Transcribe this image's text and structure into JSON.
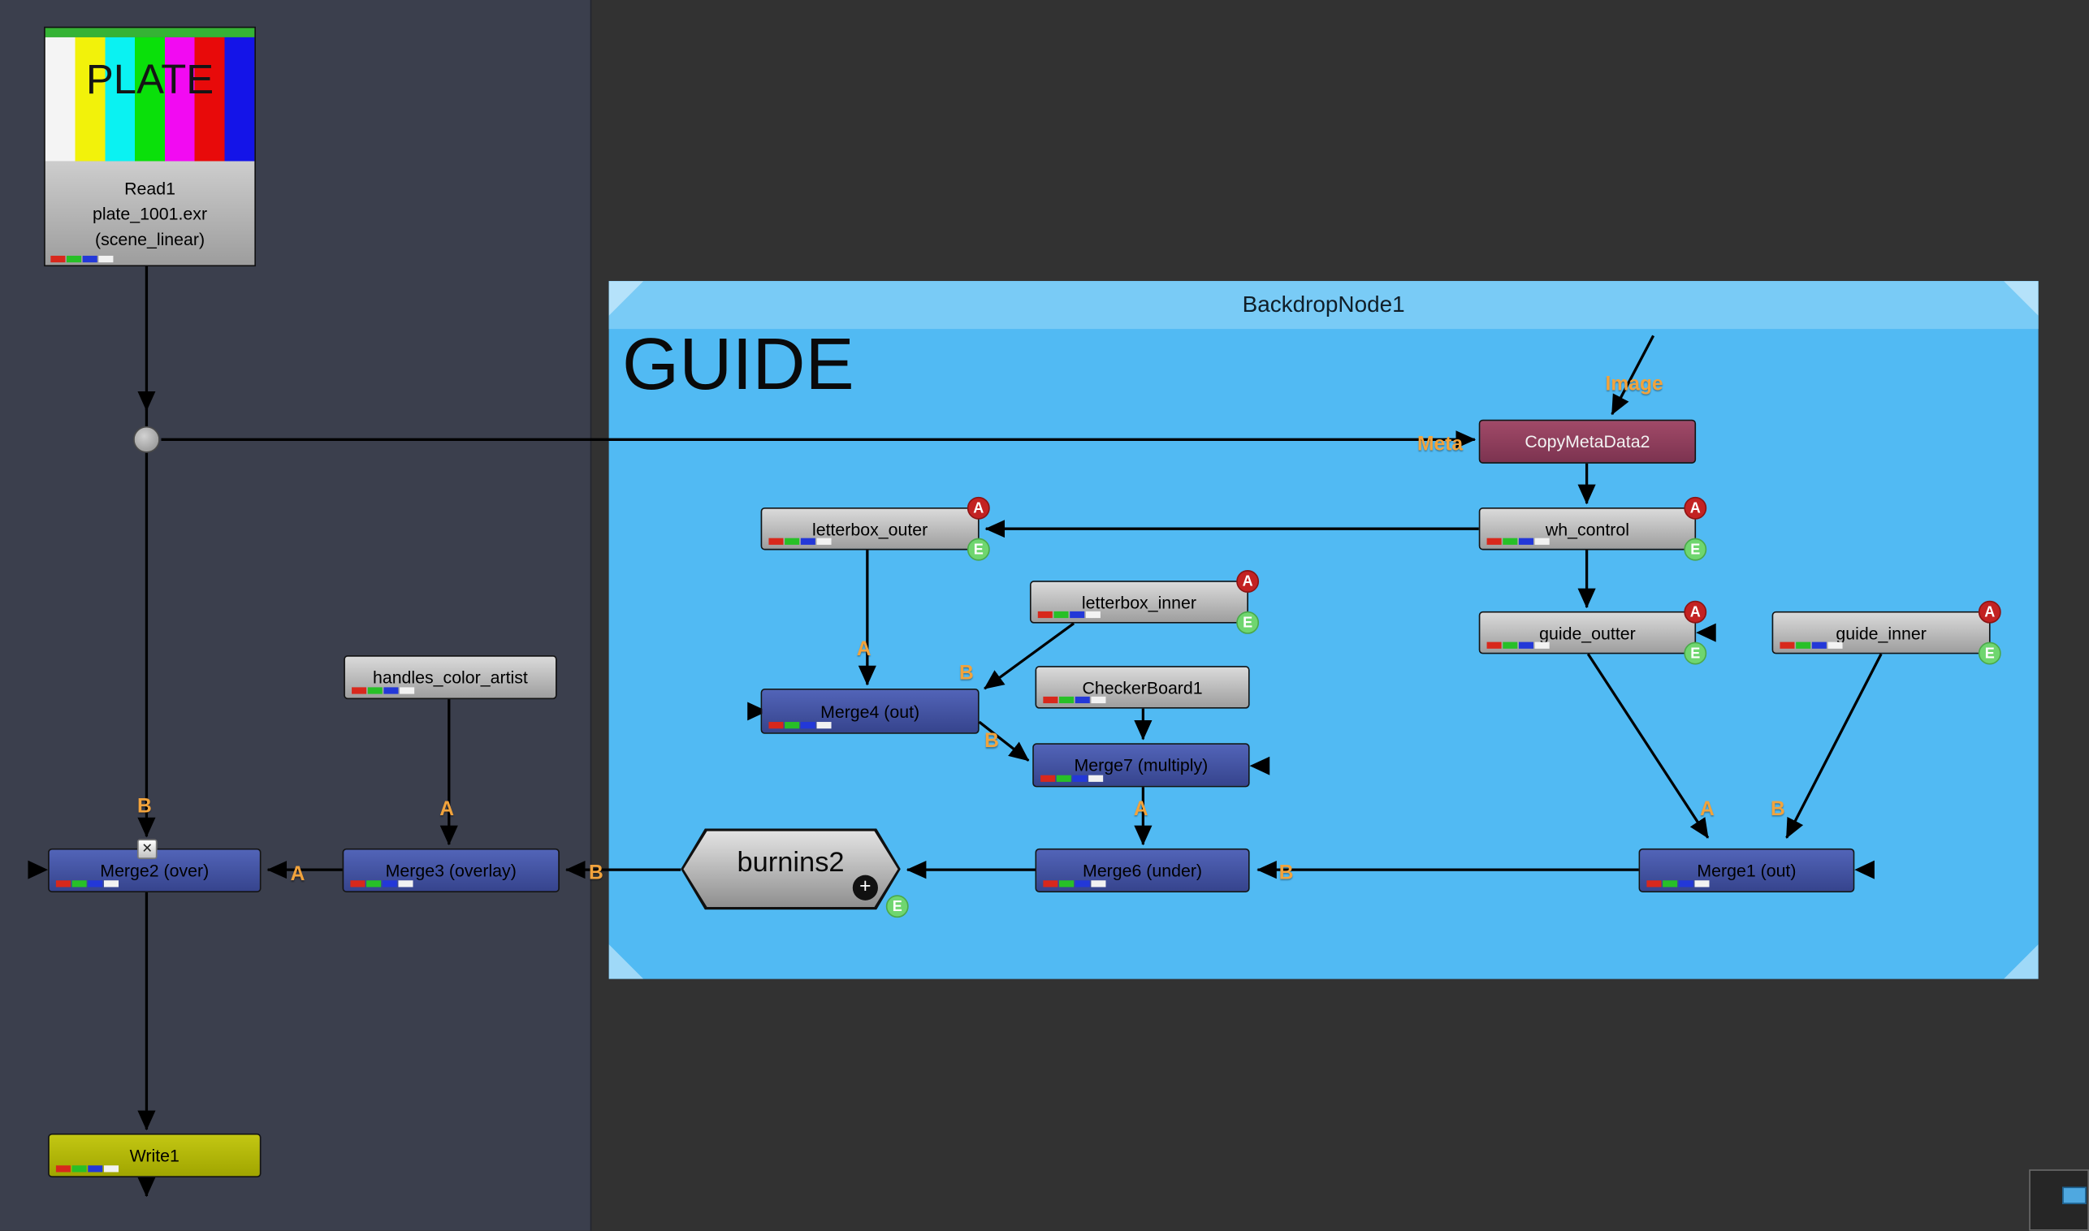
{
  "backdrop": {
    "title": "BackdropNode1",
    "label": "GUIDE"
  },
  "nodes": {
    "read1": {
      "name": "Read1",
      "file": "plate_1001.exr",
      "colorspace": "(scene_linear)",
      "thumb": "PLATE"
    },
    "copymetadata2": {
      "name": "CopyMetaData2"
    },
    "wh_control": {
      "name": "wh_control"
    },
    "letterbox_outer": {
      "name": "letterbox_outer"
    },
    "letterbox_inner": {
      "name": "letterbox_inner"
    },
    "checkerboard1": {
      "name": "CheckerBoard1"
    },
    "merge4": {
      "name": "Merge4 (out)"
    },
    "merge7": {
      "name": "Merge7 (multiply)"
    },
    "merge6": {
      "name": "Merge6 (under)"
    },
    "merge1": {
      "name": "Merge1 (out)"
    },
    "guide_outter": {
      "name": "guide_outter"
    },
    "guide_inner": {
      "name": "guide_inner"
    },
    "burnins2": {
      "name": "burnins2"
    },
    "handles_color_artist": {
      "name": "handles_color_artist"
    },
    "merge3": {
      "name": "Merge3 (overlay)"
    },
    "merge2": {
      "name": "Merge2 (over)"
    },
    "write1": {
      "name": "Write1"
    }
  },
  "badges": {
    "a": "A",
    "e": "E"
  },
  "icons": {
    "disable": "✕",
    "plus": "+"
  },
  "edge_labels": {
    "meta": "Meta",
    "image": "Image",
    "a": "A",
    "b": "B"
  },
  "colors": {
    "canvas": "#323232",
    "left_panel": "#3b3f4d",
    "backdrop_blue": "#51baf3",
    "merge_node_blue": "#46549f",
    "gray_node": "#bcbcbc",
    "metadata_node_maroon": "#8e3f5c",
    "write_node_yellow": "#b4b80a",
    "read_cache_green": "#35b335",
    "edge_label_orange": "#f2a33c",
    "badge_a_red": "#c32222",
    "badge_e_green": "#6fd66f"
  }
}
